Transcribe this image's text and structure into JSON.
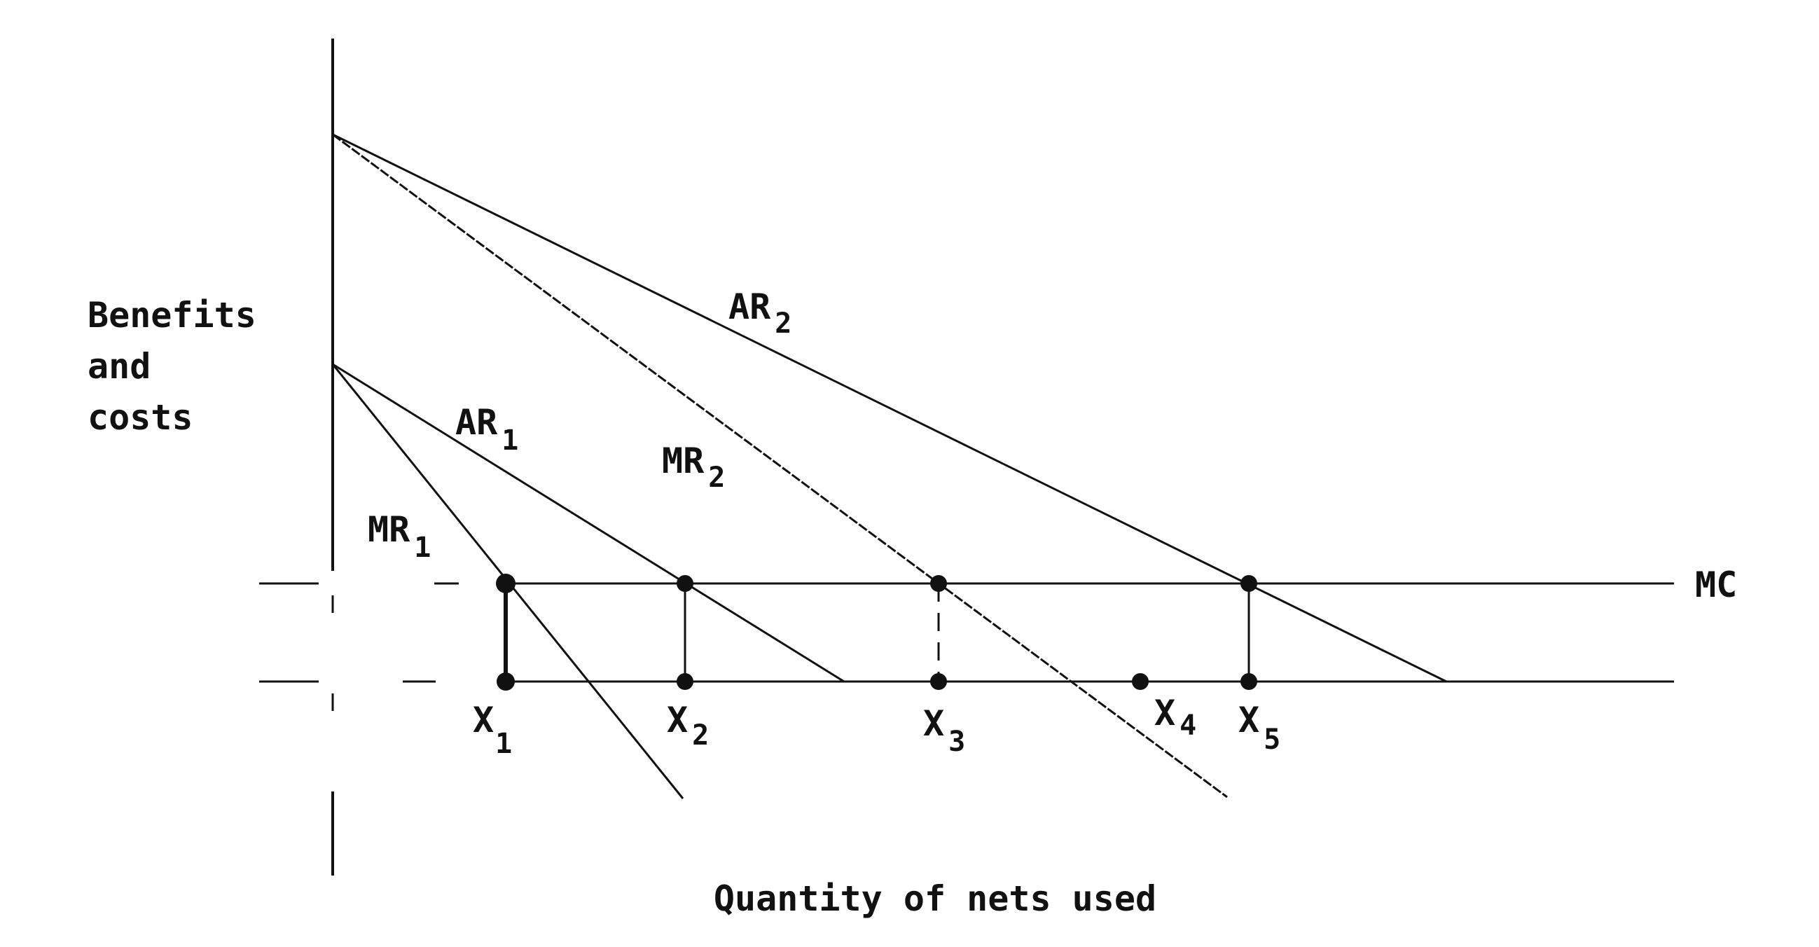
{
  "axis": {
    "y_label_lines": [
      "Benefits",
      "and",
      "costs"
    ],
    "x_label": "Quantity of nets used"
  },
  "curves": {
    "ar1": {
      "main": "AR",
      "sub": "1"
    },
    "ar2": {
      "main": "AR",
      "sub": "2"
    },
    "mr1": {
      "main": "MR",
      "sub": "1"
    },
    "mr2": {
      "main": "MR",
      "sub": "2"
    },
    "mc": "MC"
  },
  "points": [
    {
      "main": "X",
      "sub": "1"
    },
    {
      "main": "X",
      "sub": "2"
    },
    {
      "main": "X",
      "sub": "3"
    },
    {
      "main": "X",
      "sub": "4"
    },
    {
      "main": "X",
      "sub": "5"
    }
  ],
  "colors": {
    "ink": "#111111",
    "background": "#ffffff"
  }
}
